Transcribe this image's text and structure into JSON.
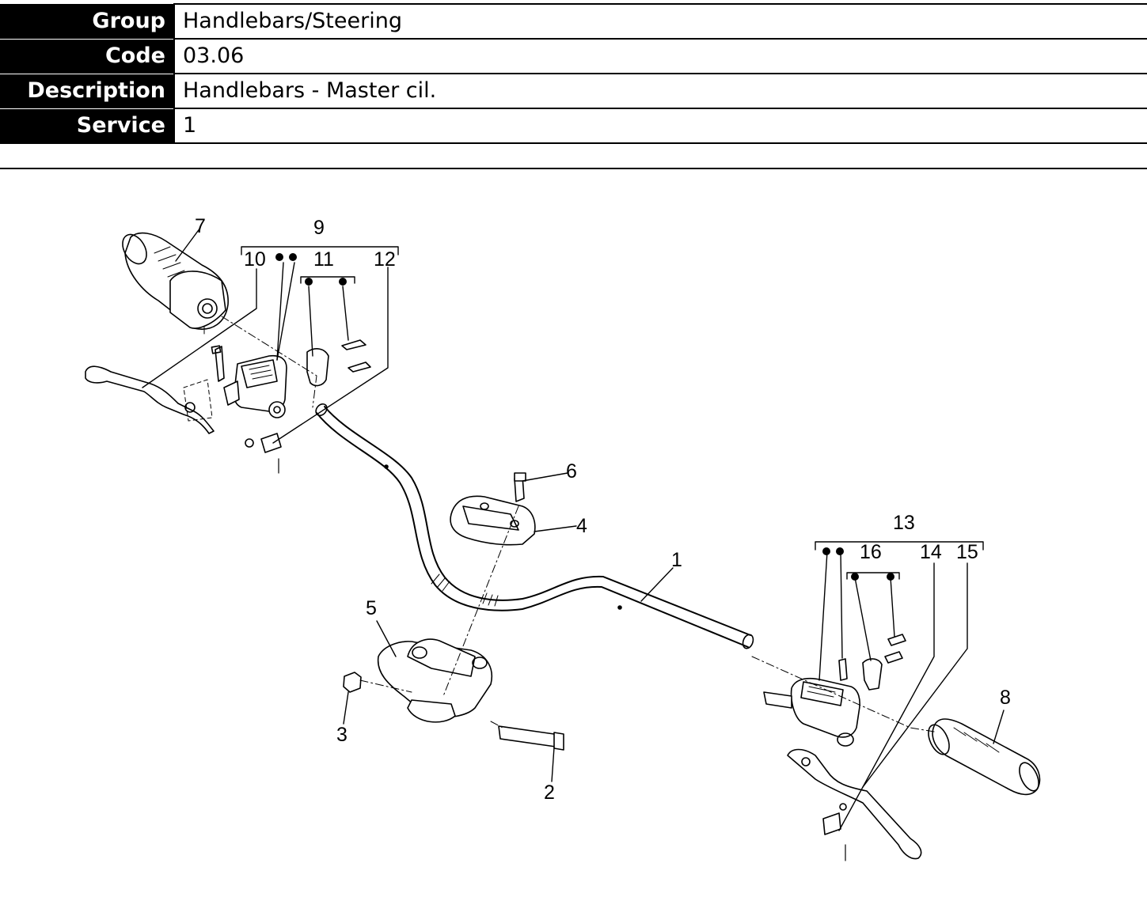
{
  "info": {
    "rows": [
      {
        "label": "Group",
        "value": "Handlebars/Steering"
      },
      {
        "label": "Code",
        "value": "03.06"
      },
      {
        "label": "Description",
        "value": "Handlebars - Master cil."
      },
      {
        "label": "Service",
        "value": "1"
      }
    ]
  },
  "callouts": {
    "c1": "1",
    "c2": "2",
    "c3": "3",
    "c4": "4",
    "c5": "5",
    "c6": "6",
    "c7": "7",
    "c8": "8",
    "c9": "9",
    "c10": "10",
    "c11": "11",
    "c12": "12",
    "c13": "13",
    "c14": "14",
    "c15": "15",
    "c16": "16"
  }
}
